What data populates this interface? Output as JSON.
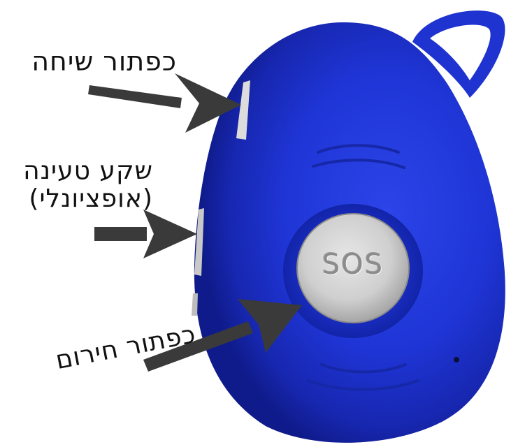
{
  "labels": {
    "talk_button": "כפתור שיחה",
    "charging_socket_line1": "שקע טעינה",
    "charging_socket_line2": "(אופציונלי)",
    "emergency_button": "כפתור חירום"
  },
  "device": {
    "sos_label": "SOS",
    "body_color": "#1f35d6",
    "button_color": "#c9c9c9"
  },
  "icons": {
    "arrow": "arrow-icon"
  }
}
